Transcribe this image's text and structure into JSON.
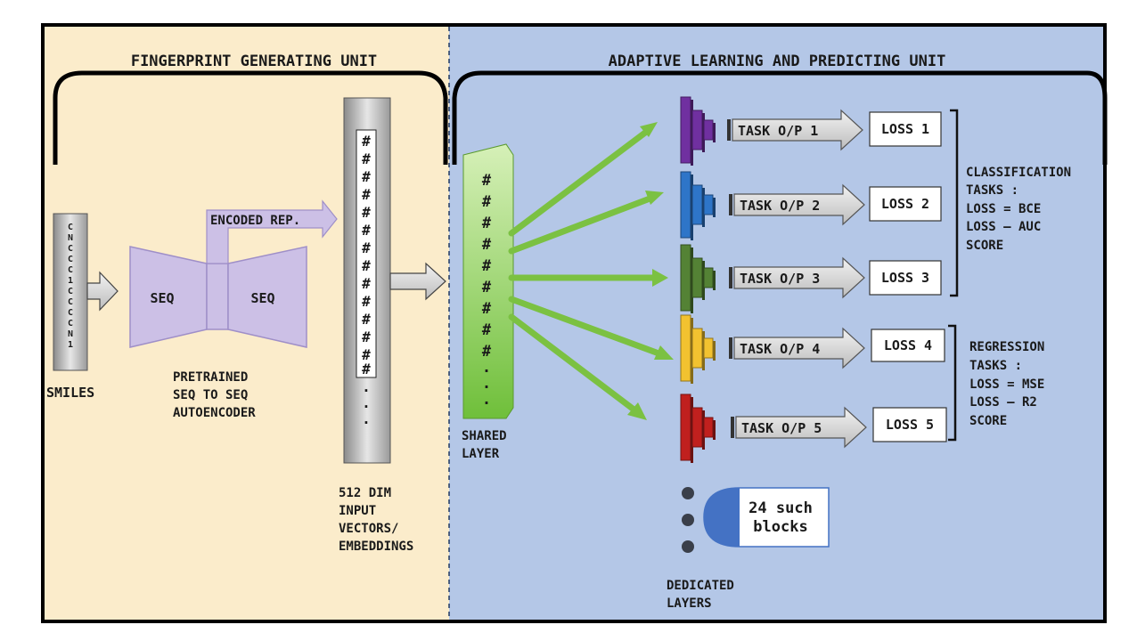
{
  "left_panel": {
    "title": "FINGERPRINT GENERATING UNIT",
    "smiles_chars": [
      "C",
      "N",
      "C",
      "C",
      "C",
      "1",
      "C",
      "C",
      "C",
      "C",
      "N",
      "1"
    ],
    "smiles_label": "SMILES",
    "seq_left": "SEQ",
    "seq_right": "SEQ",
    "encoded_rep": "ENCODED REP.",
    "autoencoder_label": [
      "PRETRAINED",
      "SEQ TO SEQ",
      "AUTOENCODER"
    ],
    "vector_hashes": [
      "#",
      "#",
      "#",
      "#",
      "#",
      "#",
      "#",
      "#",
      "#",
      "#",
      "#",
      "#",
      "#",
      "#"
    ],
    "vector_dots": [
      ".",
      ".",
      "."
    ],
    "vector_label": [
      "512 DIM",
      "INPUT",
      "VECTORS/",
      "EMBEDDINGS"
    ]
  },
  "right_panel": {
    "title": "ADAPTIVE LEARNING AND PREDICTING UNIT",
    "shared_hashes": [
      "#",
      "#",
      "#",
      "#",
      "#",
      "#",
      "#",
      "#",
      "#"
    ],
    "shared_dots": [
      ".",
      ".",
      "."
    ],
    "shared_label": [
      "SHARED",
      "LAYER"
    ],
    "tasks": [
      {
        "output": "TASK O/P 1",
        "loss": "LOSS 1",
        "color": "#7030a0"
      },
      {
        "output": "TASK O/P 2",
        "loss": "LOSS 2",
        "color": "#2e75c8"
      },
      {
        "output": "TASK O/P 3",
        "loss": "LOSS 3",
        "color": "#548235"
      },
      {
        "output": "TASK O/P 4",
        "loss": "LOSS 4",
        "color": "#f2c230"
      },
      {
        "output": "TASK O/P 5",
        "loss": "LOSS 5",
        "color": "#c0201e"
      }
    ],
    "classification_text": [
      "CLASSIFICATION",
      "TASKS :",
      "LOSS = BCE",
      "LOSS – AUC",
      "SCORE"
    ],
    "regression_text": [
      "REGRESSION",
      "TASKS :",
      "LOSS = MSE",
      "LOSS –  R2",
      "SCORE"
    ],
    "blocks_label": [
      "24 such",
      "blocks"
    ],
    "dedicated_label": [
      "DEDICATED",
      "LAYERS"
    ]
  }
}
